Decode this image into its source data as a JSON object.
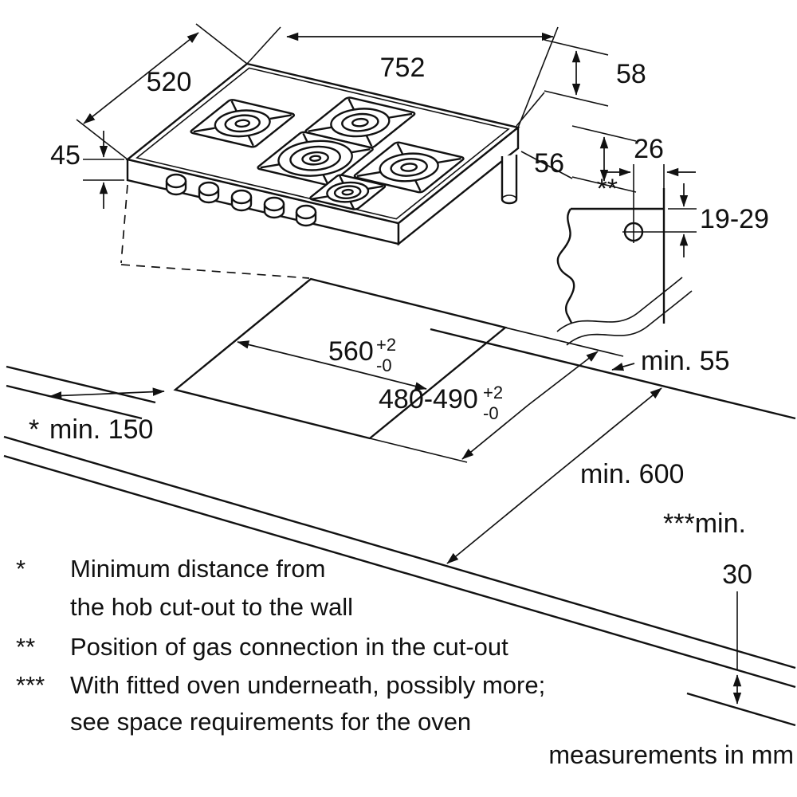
{
  "dims": {
    "w752": "752",
    "d520": "520",
    "h45": "45",
    "n58": "58",
    "n56": "56",
    "n26": "26",
    "r19_29": "19-29",
    "cut_w": "560",
    "cut_w_sup": "+2",
    "cut_w_sub": "-0",
    "cut_d": "480-490",
    "cut_d_sup": "+2",
    "cut_d_sub": "-0",
    "min55": "min. 55",
    "min150_star": "*",
    "min150": "min. 150",
    "min600": "min. 600",
    "min30_label": "***min.",
    "min30_value": "30",
    "gas_marker": "**"
  },
  "footnotes": {
    "f1_marker": "*",
    "f1_line1": "Minimum distance from",
    "f1_line2": "the hob cut-out to the wall",
    "f2_marker": "**",
    "f2_line1": "Position of gas connection in the cut-out",
    "f3_marker": "***",
    "f3_line1": "With fitted oven underneath, possibly more;",
    "f3_line2": "see space requirements for the oven"
  },
  "units_note": "measurements in mm"
}
